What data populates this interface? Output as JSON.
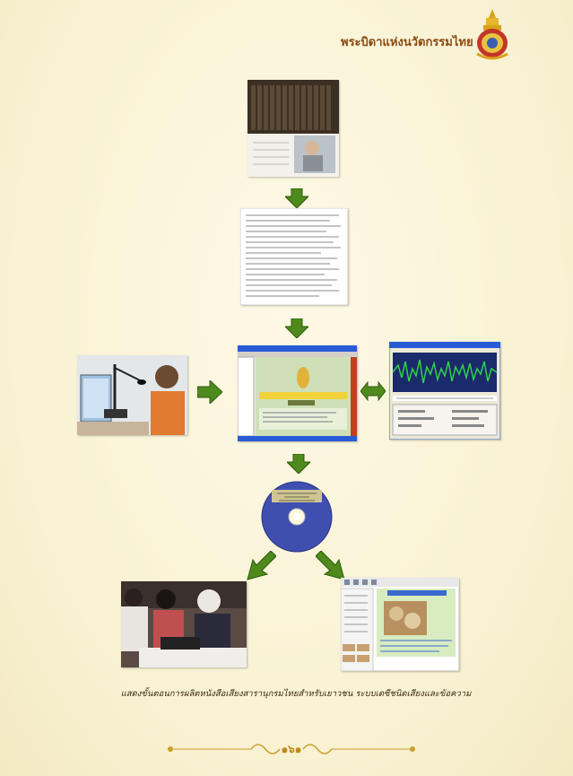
{
  "header": {
    "title": "พระบิดาแห่งนวัตกรรมไทย",
    "emblem_icon": "royal-emblem-icon"
  },
  "diagram": {
    "steps": [
      {
        "name": "book-collection-photo",
        "icon": "books-photo"
      },
      {
        "name": "text-document-screenshot",
        "icon": "document-photo"
      },
      {
        "name": "voice-recording-photo",
        "icon": "microphone-photo"
      },
      {
        "name": "authoring-software-screenshot",
        "icon": "software-window"
      },
      {
        "name": "audio-waveform-screenshot",
        "icon": "waveform-window"
      },
      {
        "name": "daisy-cd-disc",
        "icon": "cd-disc"
      },
      {
        "name": "reading-users-photo",
        "icon": "people-photo"
      },
      {
        "name": "digital-book-screenshot",
        "icon": "webpage-window"
      }
    ],
    "arrow_color": "#4f8a1c"
  },
  "caption": "แสดงขั้นตอนการผลิตหนังสือเสียงสารานุกรมไทยสำหรับเยาวชน ระบบเดซีชนิดเสียงและข้อความ",
  "footer": {
    "page_number": "๑๖๑"
  }
}
